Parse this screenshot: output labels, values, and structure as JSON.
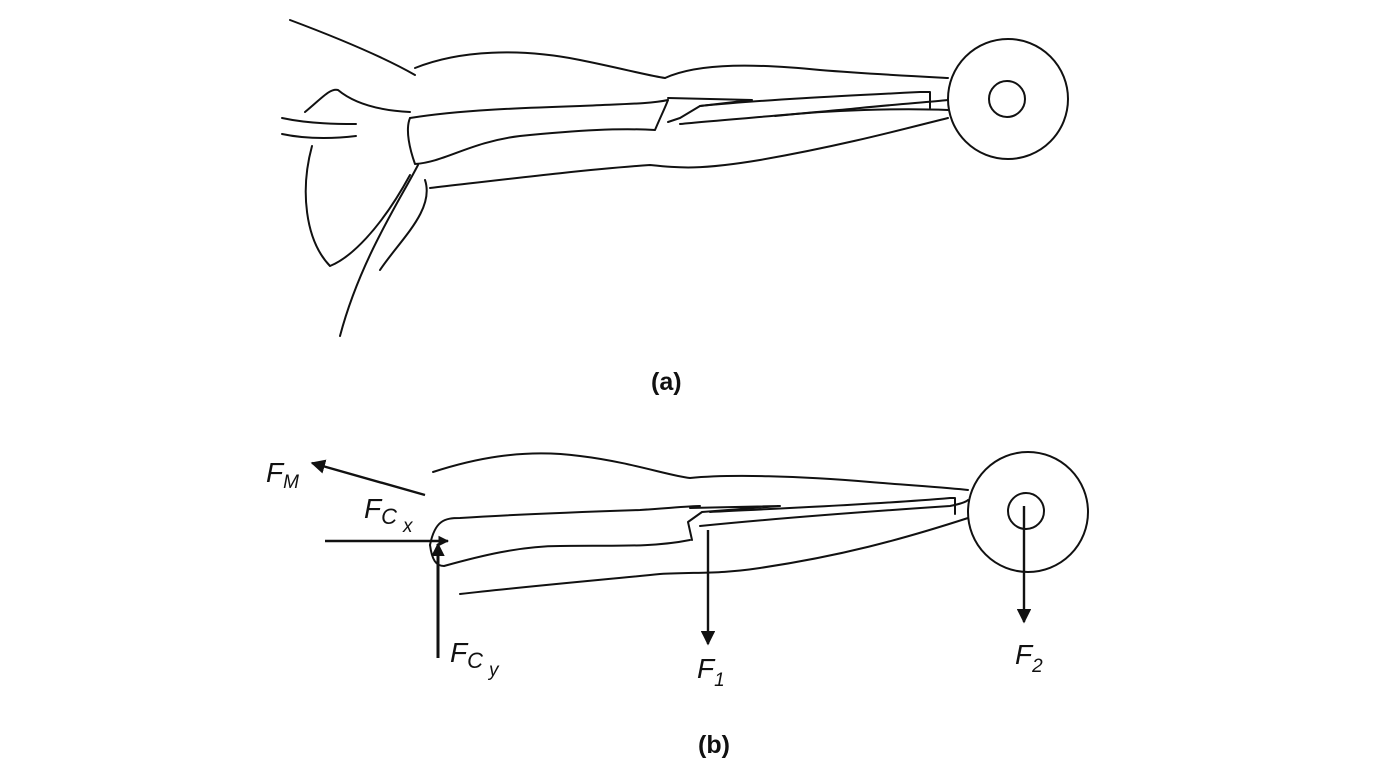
{
  "panels": {
    "a": {
      "caption": "(a)"
    },
    "b": {
      "caption": "(b)"
    }
  },
  "forces": {
    "fm": {
      "main": "F",
      "sub": "M"
    },
    "fcx": {
      "main": "F",
      "sub1": "C",
      "sub2": "x"
    },
    "fcy": {
      "main": "F",
      "sub1": "C",
      "sub2": "y"
    },
    "f1": {
      "main": "F",
      "sub": "1"
    },
    "f2": {
      "main": "F",
      "sub": "2"
    }
  },
  "colors": {
    "stroke": "#111111",
    "background": "#ffffff"
  }
}
